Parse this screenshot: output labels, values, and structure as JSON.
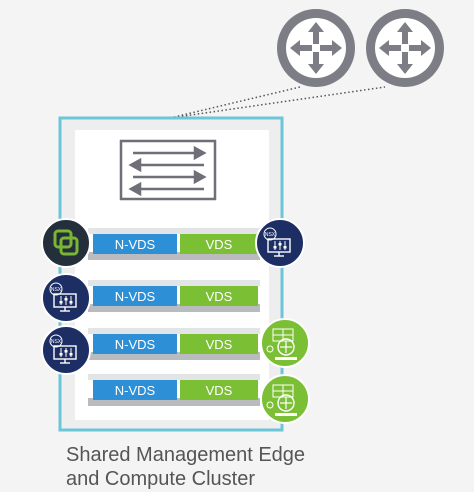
{
  "colors": {
    "background": "#f4f4f4",
    "cluster_border": "#6cc5d9",
    "host_panel": "#ffffff",
    "router": "#7d7d85",
    "nvds_blue": "#2d8fd6",
    "vds_green": "#7bbf35",
    "nsx_navy": "#1c2e63",
    "vsphere_green": "#7ab633",
    "dark_badge": "#23303b",
    "bar_gray": "#b9bbbe"
  },
  "icons": {
    "router_left": "router-icon",
    "router_right": "router-icon",
    "switch": "l2-switch-icon",
    "vsphere": "vsphere-logo-icon",
    "nsx_manager": "nsx-manager-icon",
    "nsx_edge": "nsx-edge-icon"
  },
  "rows": [
    {
      "nvds_label": "N-VDS",
      "vds_label": "VDS",
      "left_icon": "vsphere",
      "right_icon": "nsx",
      "left_badge_text": "",
      "right_badge_text": "NSX"
    },
    {
      "nvds_label": "N-VDS",
      "vds_label": "VDS",
      "left_icon": "nsx",
      "right_icon": "",
      "left_badge_text": "NSX",
      "right_badge_text": ""
    },
    {
      "nvds_label": "N-VDS",
      "vds_label": "VDS",
      "left_icon": "nsx",
      "right_icon": "edge",
      "left_badge_text": "NSX",
      "right_badge_text": ""
    },
    {
      "nvds_label": "N-VDS",
      "vds_label": "VDS",
      "left_icon": "",
      "right_icon": "edge",
      "left_badge_text": "",
      "right_badge_text": ""
    }
  ],
  "caption": {
    "line1": "Shared Management Edge",
    "line2": "and Compute Cluster"
  }
}
